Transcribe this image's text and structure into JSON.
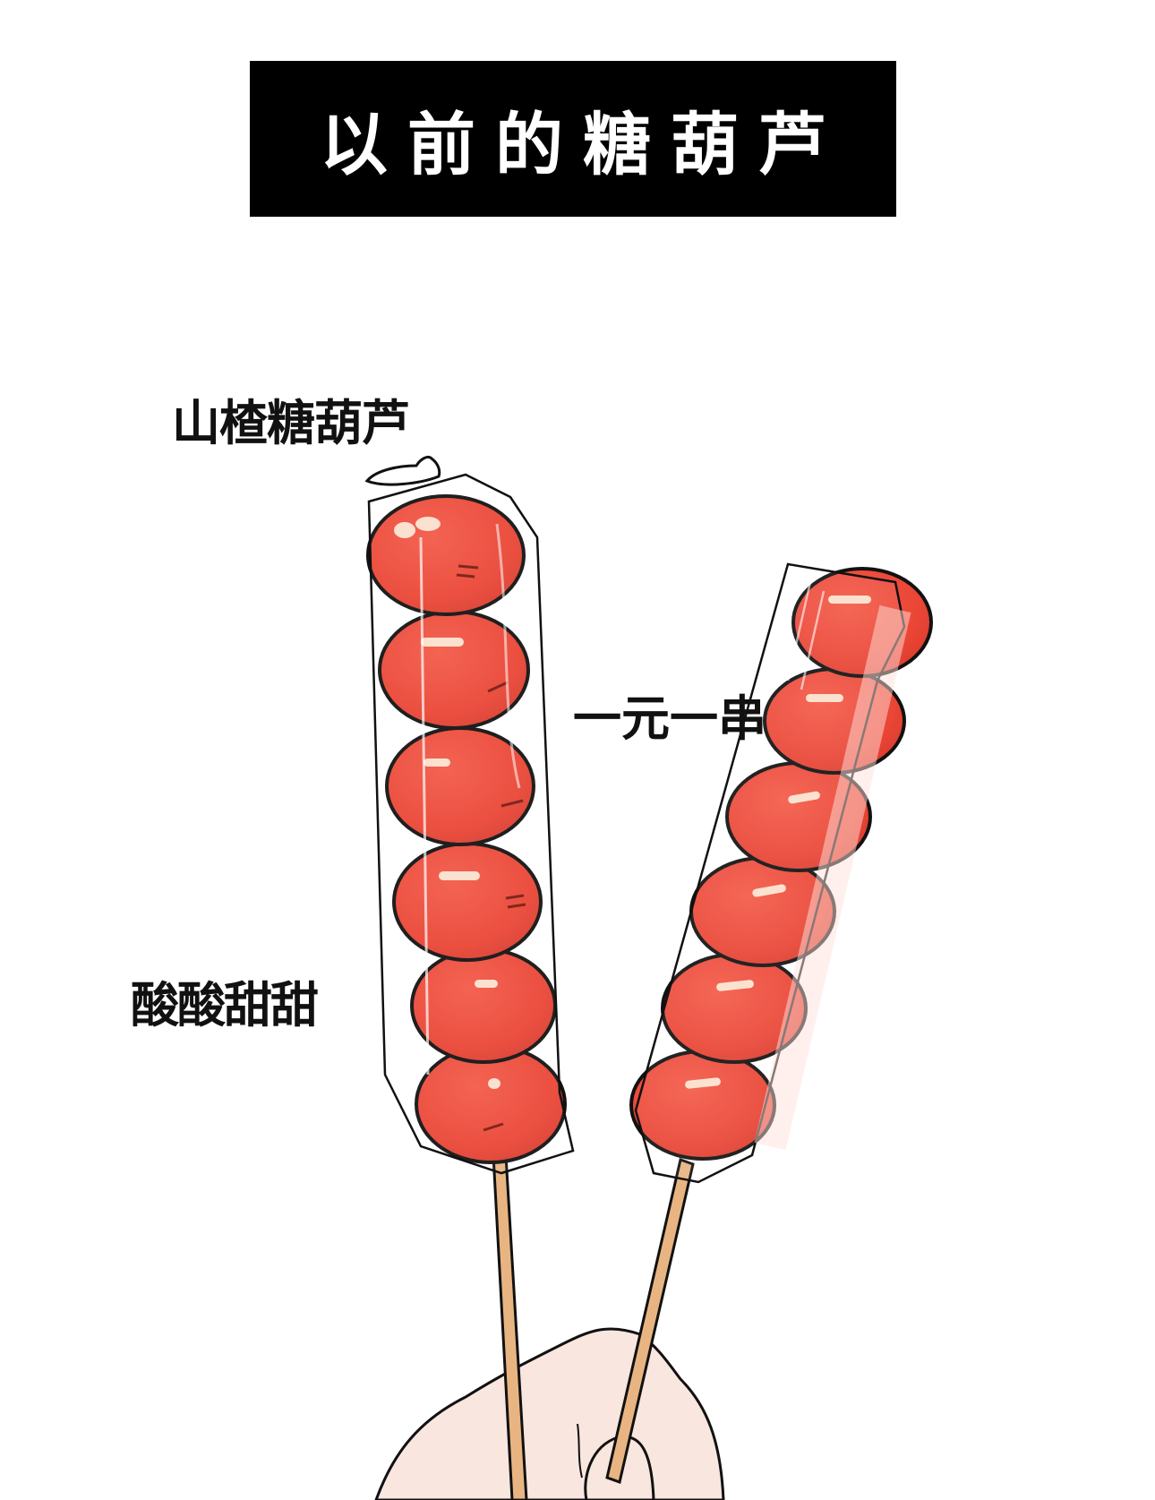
{
  "title": "以前的糖葫芦",
  "labels": {
    "hawthorn": "山楂糖葫芦",
    "price": "一元一串",
    "taste": "酸酸甜甜"
  },
  "illustration": {
    "description": "Hand holding two candied hawthorn skewers wrapped in plastic",
    "skewers": [
      {
        "name": "left-skewer",
        "ball_count": 6
      },
      {
        "name": "right-skewer",
        "ball_count": 6
      }
    ]
  },
  "colors": {
    "title_bg": "#000000",
    "title_text": "#ffffff",
    "candy_red": "#ec4a3a",
    "candy_highlight": "#fbe0cc",
    "stick": "#e8b582",
    "hand": "#f7e4dd",
    "outline": "#111111"
  }
}
